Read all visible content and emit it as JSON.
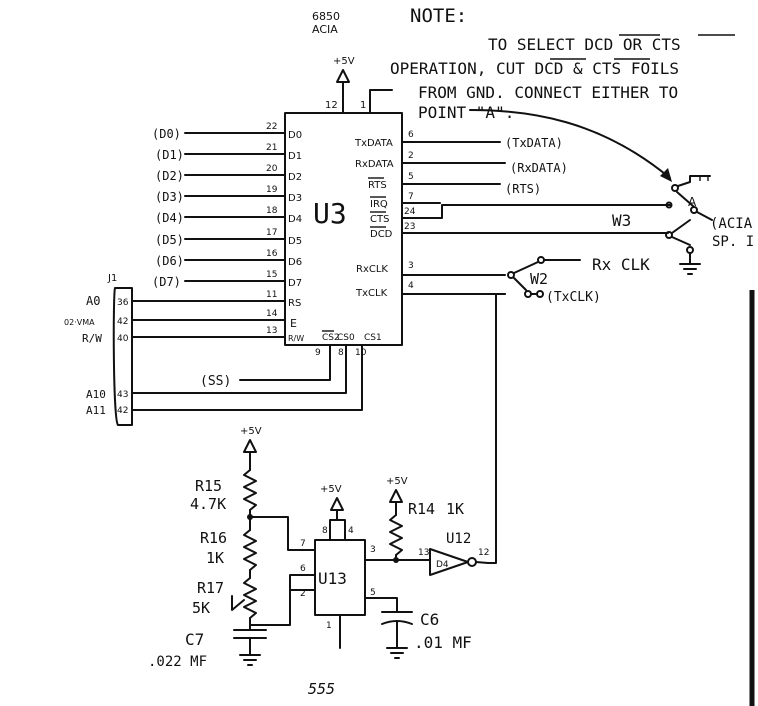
{
  "note": {
    "top_label_1": "6850",
    "top_label_2": "ACIA",
    "title": "NOTE:",
    "line1": "TO  SELECT DCD OR CTS",
    "line2": "OPERATION, CUT DCD & CTS FOILS",
    "line3": "FROM GND. CONNECT EITHER TO",
    "line4": "POINT \"A\"."
  },
  "u3": {
    "name": "U3",
    "vcc": "+5V",
    "pin_12": "12",
    "pin_1": "1",
    "left_pins": [
      {
        "num": "22",
        "label": "D0",
        "signal": "(D0)"
      },
      {
        "num": "21",
        "label": "D1",
        "signal": "(D1)"
      },
      {
        "num": "20",
        "label": "D2",
        "signal": "(D2)"
      },
      {
        "num": "19",
        "label": "D3",
        "signal": "(D3)"
      },
      {
        "num": "18",
        "label": "D4",
        "signal": "(D4)"
      },
      {
        "num": "17",
        "label": "D5",
        "signal": "(D5)"
      },
      {
        "num": "16",
        "label": "D6",
        "signal": "(D6)"
      },
      {
        "num": "15",
        "label": "D7",
        "signal": "(D7)"
      },
      {
        "num": "11",
        "label": "RS"
      },
      {
        "num": "14",
        "label": "E"
      },
      {
        "num": "13",
        "label": "R/W"
      }
    ],
    "right_pins": [
      {
        "num": "6",
        "label": "TxDATA",
        "signal": "(TxDATA)"
      },
      {
        "num": "2",
        "label": "RxDATA",
        "signal": "(RxDATA)"
      },
      {
        "num": "5",
        "label": "RTS",
        "signal": "(RTS)"
      },
      {
        "num": "7",
        "label": "IRQ"
      },
      {
        "num": "24",
        "label": "CTS"
      },
      {
        "num": "23",
        "label": "DCD"
      },
      {
        "num": "3",
        "label": "RxCLK"
      },
      {
        "num": "4",
        "label": "TxCLK"
      }
    ],
    "bottom_pins": [
      {
        "num": "9",
        "label": "CS2"
      },
      {
        "num": "8",
        "label": "CS0"
      },
      {
        "num": "10",
        "label": "CS1"
      }
    ],
    "ss_signal": "(SS)"
  },
  "j1": {
    "name": "J1",
    "pins": [
      {
        "signal": "A0",
        "num": "36"
      },
      {
        "signal": "02·VMA",
        "num": "42"
      },
      {
        "signal": "R/W",
        "num": "40"
      },
      {
        "signal": "A10",
        "num": "43"
      },
      {
        "signal": "A11",
        "num": "42"
      }
    ]
  },
  "jumpers": {
    "w3": "W3",
    "point_a": "A",
    "acia_label_1": "(ACIA",
    "acia_label_2": "SP. I",
    "w2": "W2",
    "rxclk": "Rx CLK",
    "txclk": "(TxCLK)"
  },
  "timer": {
    "name": "U13",
    "vcc": "+5V",
    "pins": {
      "p8": "8",
      "p4": "4",
      "p7": "7",
      "p6": "6",
      "p2": "2",
      "p3": "3",
      "p5": "5",
      "p1": "1"
    }
  },
  "buffer": {
    "name": "U12",
    "chip": "D4",
    "pin_in": "13",
    "pin_out": "12"
  },
  "parts": {
    "r15": "R15",
    "r15_val": "4.7K",
    "r16": "R16",
    "r16_val": "1K",
    "r17": "R17",
    "r17_val": "5K",
    "c7": "C7",
    "c7_val": ".022 MF",
    "c6": "C6",
    "c6_val": ".01 MF",
    "r14": "R14",
    "r14_val": "1K",
    "vcc_r15": "+5V",
    "vcc_r14": "+5V"
  },
  "caption": "555"
}
